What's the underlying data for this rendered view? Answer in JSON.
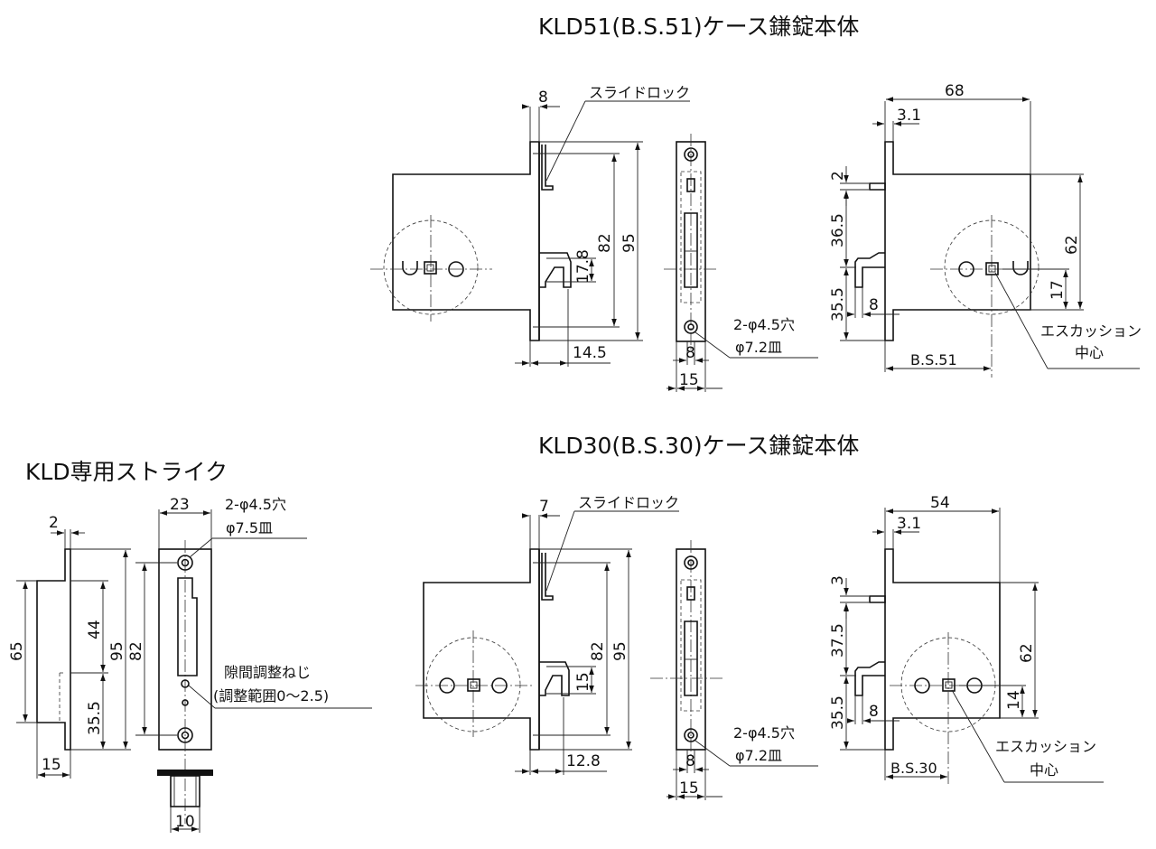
{
  "titles": {
    "kld51": "KLD51(B.S.51)ケース鎌錠本体",
    "kld30": "KLD30(B.S.30)ケース鎌錠本体",
    "strike": "KLD専用ストライク"
  },
  "kld51": {
    "side": {
      "d_8": "8",
      "slide_lock": "スライドロック",
      "d_82": "82",
      "d_95": "95",
      "d_17_8": "17.8",
      "d_14_5": "14.5"
    },
    "front": {
      "holes": "2-φ4.5穴",
      "csk": "φ7.2皿",
      "d_8": "8",
      "d_15": "15"
    },
    "plan": {
      "d_68": "68",
      "d_3_1": "3.1",
      "d_2": "2",
      "d_36_5": "36.5",
      "d_35_5": "35.5",
      "d_8": "8",
      "d_62": "62",
      "d_17": "17",
      "bs": "B.S.51",
      "escutcheon": "エスカッション",
      "center": "中心"
    }
  },
  "kld30": {
    "side": {
      "d_7": "7",
      "slide_lock": "スライドロック",
      "d_82": "82",
      "d_95": "95",
      "d_15": "15",
      "d_12_8": "12.8"
    },
    "front": {
      "holes": "2-φ4.5穴",
      "csk": "φ7.2皿",
      "d_8": "8",
      "d_15": "15"
    },
    "plan": {
      "d_54": "54",
      "d_3_1": "3.1",
      "d_3": "3",
      "d_37_5": "37.5",
      "d_35_5": "35.5",
      "d_8": "8",
      "d_62": "62",
      "d_14": "14",
      "bs": "B.S.30",
      "escutcheon": "エスカッション",
      "center": "中心"
    }
  },
  "strike": {
    "d_2": "2",
    "d_65": "65",
    "d_44": "44",
    "d_95": "95",
    "d_82": "82",
    "d_35_5": "35.5",
    "d_15": "15",
    "d_23": "23",
    "holes": "2-φ4.5穴",
    "csk": "φ7.5皿",
    "adjust_screw": "隙間調整ねじ",
    "adjust_range": "(調整範囲0～2.5)",
    "d_10": "10"
  }
}
